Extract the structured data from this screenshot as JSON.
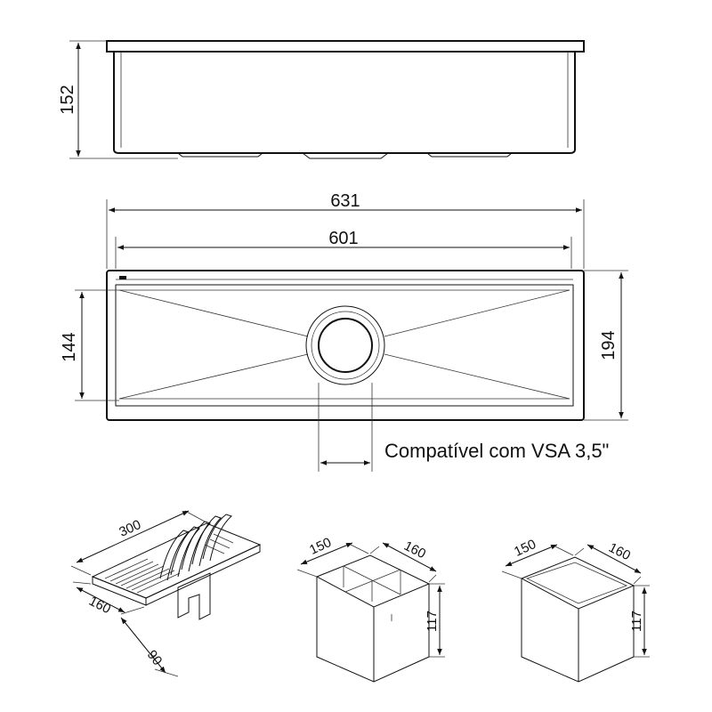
{
  "side_view": {
    "height_label": "152"
  },
  "top_view": {
    "outer_width_label": "631",
    "inner_width_label": "601",
    "inner_height_label": "144",
    "outer_height_label": "194",
    "drain_note": "Compatível com VSA 3,5\""
  },
  "rack": {
    "length_label": "300",
    "width_label": "160",
    "depth_label": "90"
  },
  "divided_bin": {
    "width_label": "150",
    "length_label": "160",
    "height_label": "117"
  },
  "plain_bin": {
    "width_label": "150",
    "length_label": "160",
    "height_label": "117"
  }
}
